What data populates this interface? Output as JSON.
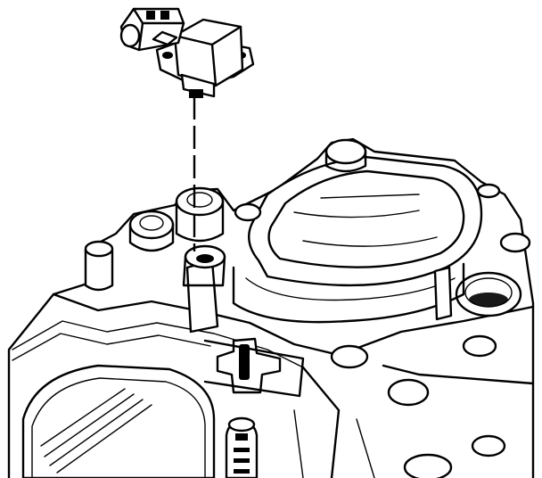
{
  "diagram": {
    "parts": [
      "sensor-connector",
      "sensor-housing",
      "mounting-flange",
      "alignment-line",
      "sensor-port",
      "intake-manifold",
      "manifold-runner-loop",
      "fuel-rail-port",
      "fuel-injector"
    ],
    "colors": {
      "line": "#000000",
      "background": "#ffffff"
    }
  }
}
